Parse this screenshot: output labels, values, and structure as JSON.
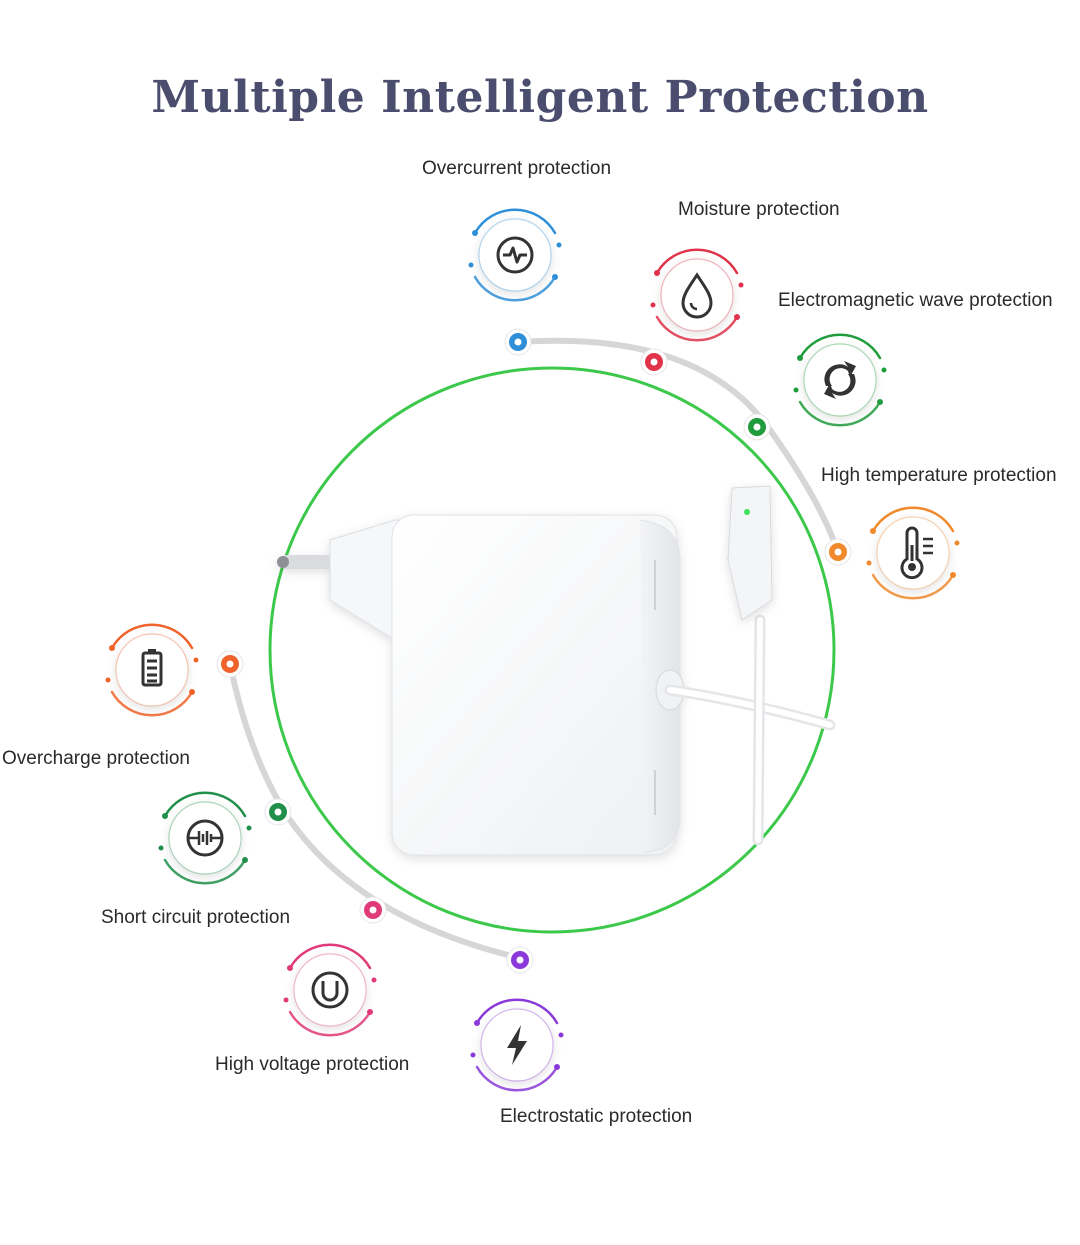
{
  "title": "Multiple Intelligent Protection",
  "features": [
    {
      "label": "Overcurrent protection",
      "icon": "pulse-icon",
      "color": "#2e8fd8"
    },
    {
      "label": "Moisture protection",
      "icon": "water-drop-icon",
      "color": "#e0334a"
    },
    {
      "label": "Electromagnetic wave protection",
      "icon": "recycle-arrows-icon",
      "color": "#1f9c3c"
    },
    {
      "label": "High temperature protection",
      "icon": "thermometer-icon",
      "color": "#f08a2c"
    },
    {
      "label": "Overcharge protection",
      "icon": "battery-icon",
      "color": "#f0642c"
    },
    {
      "label": "Short circuit protection",
      "icon": "circuit-icon",
      "color": "#1f8f4a"
    },
    {
      "label": "High voltage protection",
      "icon": "u-circle-icon",
      "color": "#e03a78"
    },
    {
      "label": "Electrostatic protection",
      "icon": "lightning-icon",
      "color": "#8a3ad8"
    }
  ],
  "colors": {
    "title": "#4a4d6e",
    "ring": "#3cc84a",
    "track": "#d6d6d6"
  }
}
